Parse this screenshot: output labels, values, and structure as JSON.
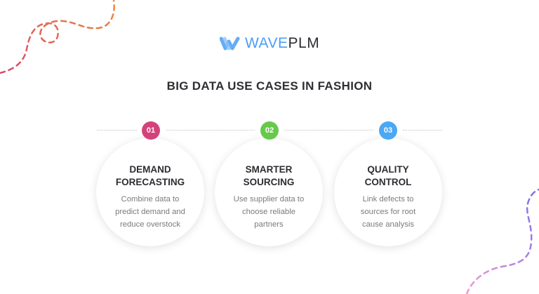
{
  "logo": {
    "text_part1": "WAVE",
    "text_part2": "PLM",
    "color_primary": "#4a9df5",
    "color_dark": "#2d2d33"
  },
  "title": "BIG DATA USE CASES IN FASHION",
  "cards": [
    {
      "number": "01",
      "color": "#d4427a",
      "heading_line1": "DEMAND",
      "heading_line2": "FORECASTING",
      "desc_line1": "Combine data to",
      "desc_line2": "predict demand and",
      "desc_line3": "reduce overstock"
    },
    {
      "number": "02",
      "color": "#66c94a",
      "heading_line1": "SMARTER",
      "heading_line2": "SOURCING",
      "desc_line1": "Use supplier data to",
      "desc_line2": "choose reliable",
      "desc_line3": "partners"
    },
    {
      "number": "03",
      "color": "#4aa8f5",
      "heading_line1": "QUALITY",
      "heading_line2": "CONTROL",
      "desc_line1": "Link defects to",
      "desc_line2": "sources for root",
      "desc_line3": "cause analysis"
    }
  ]
}
